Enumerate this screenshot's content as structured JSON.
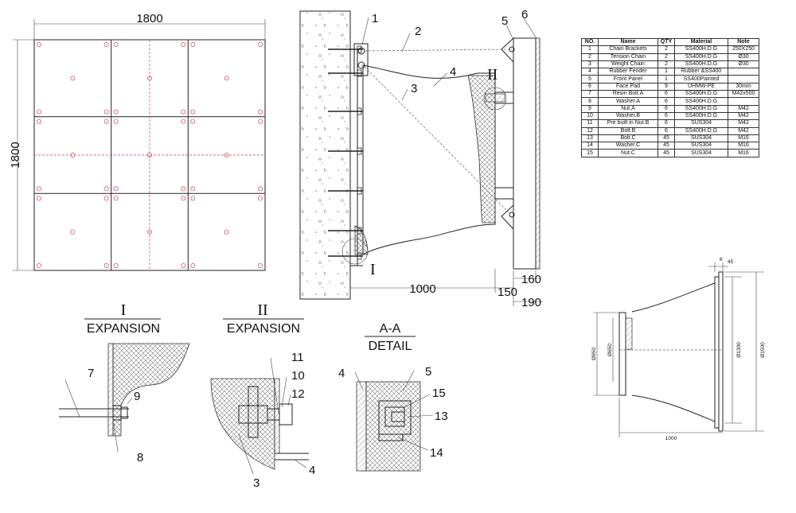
{
  "panel": {
    "dim_width": "1800",
    "dim_height": "1800"
  },
  "side_view": {
    "callouts": [
      "1",
      "2",
      "3",
      "4",
      "5",
      "6"
    ],
    "roman_one": "I",
    "roman_two": "II",
    "dim_depth": "1000",
    "dim_150": "150",
    "dim_160": "160",
    "dim_190": "190"
  },
  "detail_one": {
    "roman": "I",
    "title": "EXPANSION",
    "callouts": [
      "7",
      "9",
      "8"
    ]
  },
  "detail_two": {
    "roman": "II",
    "title": "EXPANSION",
    "callouts": [
      "11",
      "10",
      "12",
      "4",
      "3"
    ]
  },
  "detail_aa": {
    "title_top": "A-A",
    "title_bottom": "DETAIL",
    "callouts": [
      "4",
      "5",
      "15",
      "13",
      "14"
    ]
  },
  "section_view": {
    "dim_8": "8",
    "dim_45": "45",
    "dim_850a": "Ø850",
    "dim_850b": "Ø650",
    "dim_1300": "Ø1300",
    "dim_1500": "Ø1500",
    "dim_1000": "1000"
  },
  "bom": {
    "headers": [
      "NO.",
      "Name",
      "QTY",
      "Material",
      "Note"
    ],
    "rows": [
      [
        "1",
        "Chain Brackets",
        "2",
        "SS400H.D.G",
        "250X250"
      ],
      [
        "2",
        "Tension Chain",
        "2",
        "SS400H.D.G",
        "Ø30"
      ],
      [
        "3",
        "Weight Chain",
        "2",
        "SS400H.D.G",
        "Ø30"
      ],
      [
        "4",
        "Rubber Fender",
        "1",
        "Rubber &SS400",
        ""
      ],
      [
        "5",
        "Front Panel",
        "1",
        "SS400Painted",
        ""
      ],
      [
        "6",
        "Face Pad",
        "9",
        "UHMW-PE",
        "30mm"
      ],
      [
        "7",
        "Resin Bolt.A",
        "6",
        "SS400H.D.G",
        "M42x500"
      ],
      [
        "8",
        "Washer.A",
        "6",
        "SS400H.D.G",
        ""
      ],
      [
        "9",
        "Nut.A",
        "6",
        "SS400H.D.G",
        "M42"
      ],
      [
        "10",
        "Washer.B",
        "6",
        "SS400H.D.G",
        "M42"
      ],
      [
        "11",
        "Pre built in Nut.B",
        "6",
        "SUS304",
        "M42"
      ],
      [
        "12",
        "Bolt.B",
        "6",
        "SS400H.D.G",
        "M42"
      ],
      [
        "13",
        "Bolt.C",
        "45",
        "SUS304",
        "M16"
      ],
      [
        "14",
        "Washer.C",
        "45",
        "SUS304",
        "M16"
      ],
      [
        "15",
        "Nut.C",
        "45",
        "SUS304",
        "M16"
      ]
    ]
  }
}
